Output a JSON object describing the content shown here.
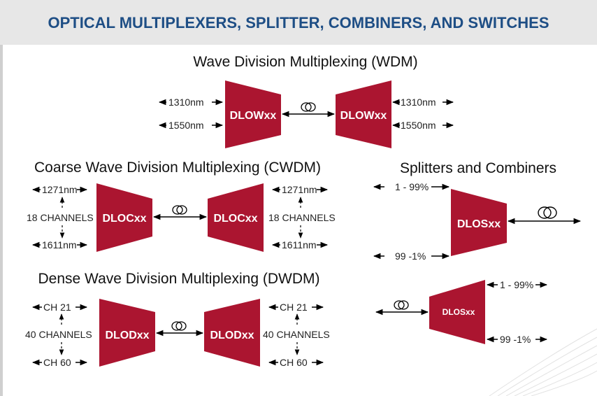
{
  "header": {
    "title": "OPTICAL MULTIPLEXERS, SPLITTER, COMBINERS, AND SWITCHES"
  },
  "sections": {
    "wdm": {
      "title": "Wave Division Multiplexing (WDM)",
      "device": "DLOWxx",
      "wl_top": "1310nm",
      "wl_bottom": "1550nm"
    },
    "cwdm": {
      "title": "Coarse Wave Division Multiplexing (CWDM)",
      "device": "DLOCxx",
      "wl_top": "1271nm",
      "wl_bottom": "1611nm",
      "channels": "18 CHANNELS"
    },
    "dwdm": {
      "title": "Dense Wave Division Multiplexing (DWDM)",
      "device": "DLODxx",
      "ch_top": "CH 21",
      "ch_bottom": "CH 60",
      "channels": "40 CHANNELS"
    },
    "splitters": {
      "title": "Splitters and Combiners",
      "device_large": "DLOSxx",
      "device_small": "DLOSxx",
      "ratio_top": "1 - 99%",
      "ratio_bottom": "99 -1%"
    }
  },
  "colors": {
    "device": "#ab1530",
    "header_text": "#1e4e85",
    "header_bg": "#e7e7e7"
  }
}
